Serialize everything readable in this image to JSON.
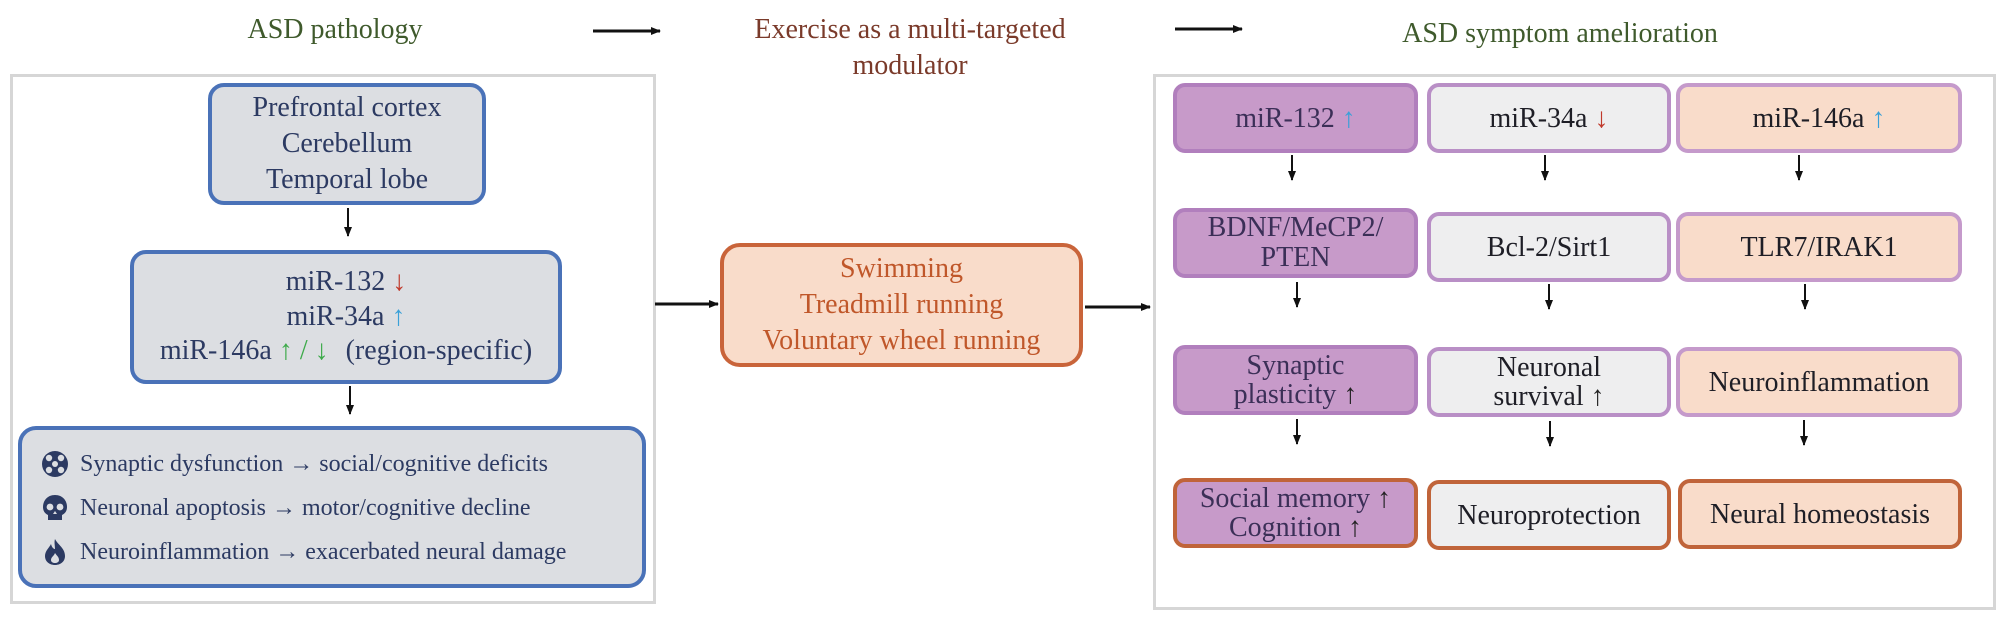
{
  "headings": {
    "left": "ASD pathology",
    "middle": "Exercise as a multi-targeted modulator",
    "right": "ASD symptom amelioration"
  },
  "regions": [
    "Prefrontal cortex",
    "Cerebellum",
    "Temporal lobe"
  ],
  "mirna_changes": {
    "row1": {
      "label": "miR-132",
      "arrow": "↓"
    },
    "row2": {
      "label": "miR-34a",
      "arrow": "↑"
    },
    "row3": {
      "label": "miR-146a",
      "arrow_up": "↑",
      "sep": "/",
      "arrow_down": "↓",
      "note": "(region-specific)"
    }
  },
  "pathologies": [
    {
      "icon": "synapse-icon",
      "text": "Synaptic dysfunction → social/cognitive deficits"
    },
    {
      "icon": "skull-icon",
      "text": "Neuronal apoptosis → motor/cognitive decline"
    },
    {
      "icon": "flame-icon",
      "text": "Neuroinflammation → exacerbated neural damage"
    }
  ],
  "exercise": [
    "Swimming",
    "Treadmill running",
    "Voluntary wheel running"
  ],
  "columns": [
    {
      "mirna": "miR-132",
      "mirna_arrow": "↑",
      "target_line1": "BDNF/MeCP2/",
      "target_line2": "PTEN",
      "effect_line1": "Synaptic",
      "effect_line2": "plasticity",
      "effect_arrow": "↑",
      "outcome_line1": "Social memory",
      "outcome_arrow1": "↑",
      "outcome_line2": "Cognition",
      "outcome_arrow2": "↑"
    },
    {
      "mirna": "miR-34a",
      "mirna_arrow": "↓",
      "target": "Bcl-2/Sirt1",
      "effect_line1": "Neuronal",
      "effect_line2": "survival",
      "effect_arrow": "↑",
      "outcome": "Neuroprotection"
    },
    {
      "mirna": "miR-146a",
      "mirna_arrow": "↑",
      "target": "TLR7/IRAK1",
      "effect": "Neuroinflammation",
      "outcome": "Neural homeostasis"
    }
  ],
  "colors": {
    "heading_green": "#3f5a2c",
    "heading_brown": "#7a3a2a",
    "blue_border": "#4a72b8",
    "box_gray": "#dcdee2",
    "exercise_border": "#c9643a",
    "exercise_fill": "#f9dcca",
    "purple_fill": "#c79ac9",
    "arrow_up_blue": "#3aa0d8",
    "arrow_down_red": "#c0392b",
    "arrow_green": "#3daa4a"
  }
}
